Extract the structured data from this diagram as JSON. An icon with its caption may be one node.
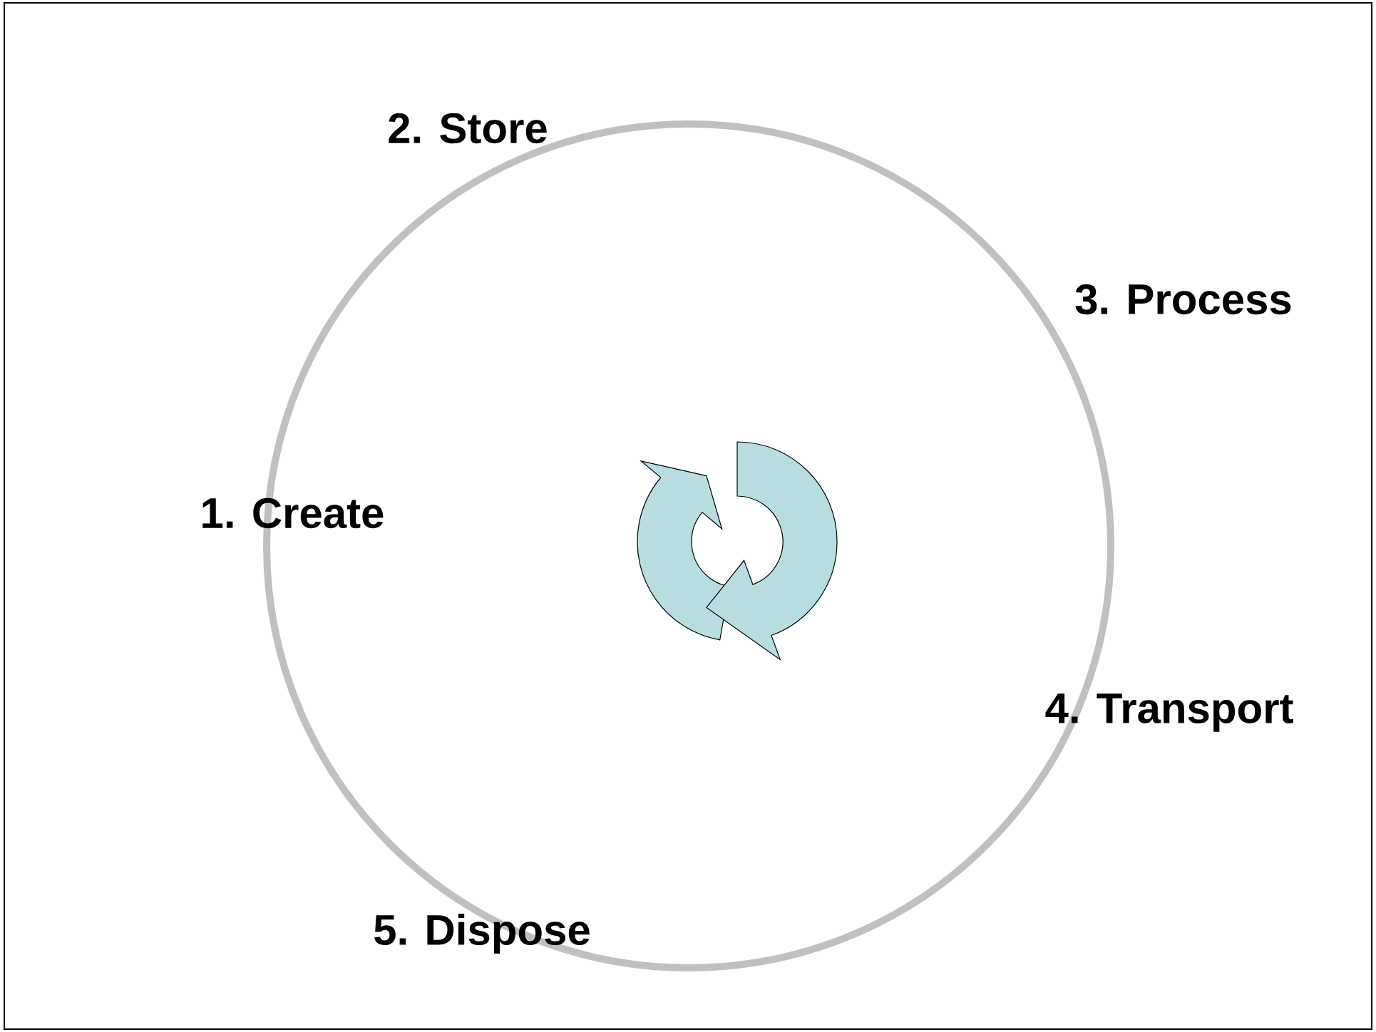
{
  "diagram": {
    "labels": [
      "2. Store",
      "3. Process",
      "1. Create",
      "4. Transport",
      "5. Dispose"
    ]
  }
}
